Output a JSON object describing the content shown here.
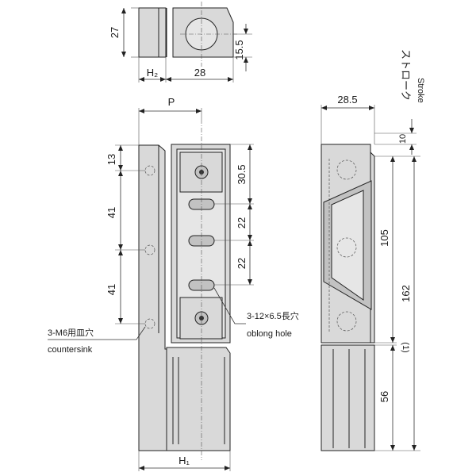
{
  "dimensions": {
    "h2": "H₂",
    "top_width": "28",
    "top_height": "27",
    "top_offset": "15.5",
    "pitch": "P",
    "d13": "13",
    "d41_upper": "41",
    "d41_lower": "41",
    "d30_5": "30.5",
    "d22_upper": "22",
    "d22_lower": "22",
    "d28_5": "28.5",
    "stroke_jp": "ストローク",
    "stroke_en": "Stroke",
    "d10": "10",
    "d105": "105",
    "d162": "162",
    "d1": "(1)",
    "d56": "56",
    "h1": "H₁"
  },
  "notes": {
    "oblong_jp": "3-12×6.5長穴",
    "oblong_en": "oblong hole",
    "countersink_jp": "3-M6用皿穴",
    "countersink_en": "countersink"
  }
}
